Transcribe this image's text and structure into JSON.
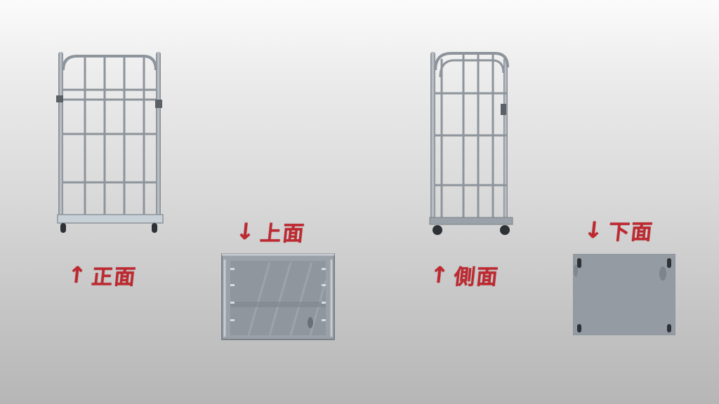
{
  "scene": {
    "description": "Roll cage cart orthographic views",
    "background_top": "#fbfbfb",
    "background_bottom": "#b6b6b6",
    "label_color": "#c0282f",
    "metal_color": "#9aa1a8",
    "panel_color": "#8f969e"
  },
  "views": [
    {
      "id": "front",
      "arrow": "↑",
      "arrow_icon": "arrow-up-icon",
      "label": "正面"
    },
    {
      "id": "top",
      "arrow": "↓",
      "arrow_icon": "arrow-down-icon",
      "label": "上面"
    },
    {
      "id": "side",
      "arrow": "↑",
      "arrow_icon": "arrow-up-icon",
      "label": "側面"
    },
    {
      "id": "bottom",
      "arrow": "↓",
      "arrow_icon": "arrow-down-icon",
      "label": "下面"
    }
  ]
}
